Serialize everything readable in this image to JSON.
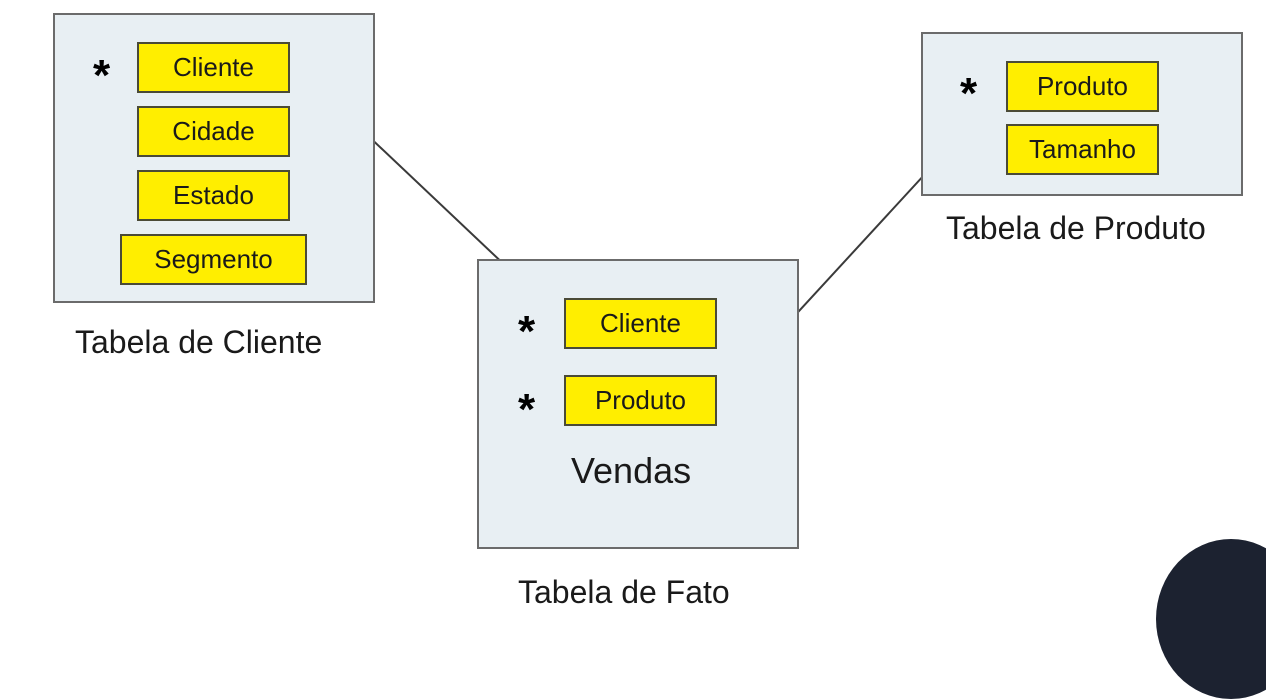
{
  "tables": {
    "cliente": {
      "caption": "Tabela de Cliente",
      "fields": [
        "Cliente",
        "Cidade",
        "Estado",
        "Segmento"
      ],
      "key_marker": "*"
    },
    "fato": {
      "caption": "Tabela de Fato",
      "title": "Vendas",
      "fields": [
        "Cliente",
        "Produto"
      ],
      "key_marker": "*"
    },
    "produto": {
      "caption": "Tabela de Produto",
      "fields": [
        "Produto",
        "Tamanho"
      ],
      "key_marker": "*"
    }
  },
  "colors": {
    "field_fill": "#ffee00",
    "box_fill": "#e8eff3",
    "line": "#3a3a3a"
  }
}
